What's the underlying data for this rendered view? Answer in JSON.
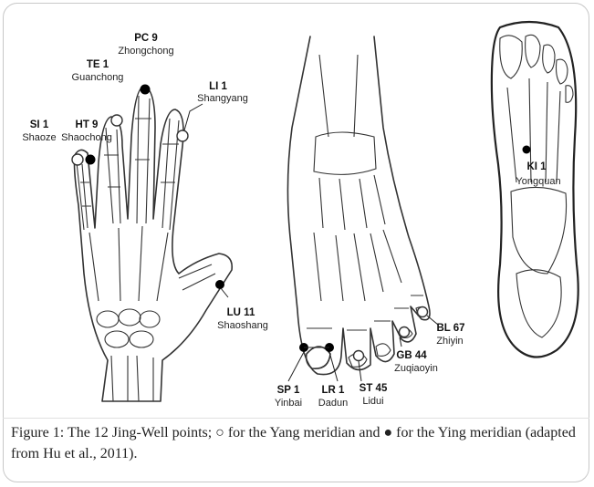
{
  "figure": {
    "hand_points": [
      {
        "code": "PC 9",
        "name": "Zhongchong",
        "type": "yin"
      },
      {
        "code": "TE 1",
        "name": "Guanchong",
        "type": "yang"
      },
      {
        "code": "LI 1",
        "name": "Shangyang",
        "type": "yang"
      },
      {
        "code": "SI 1",
        "name": "Shaoze",
        "type": "yang"
      },
      {
        "code": "HT 9",
        "name": "Shaochong",
        "type": "yin"
      },
      {
        "code": "LU 11",
        "name": "Shaoshang",
        "type": "yin"
      }
    ],
    "foot_points": [
      {
        "code": "BL 67",
        "name": "Zhiyin",
        "type": "yang"
      },
      {
        "code": "GB 44",
        "name": "Zuqiaoyin",
        "type": "yang"
      },
      {
        "code": "SP 1",
        "name": "Yinbai",
        "type": "yin"
      },
      {
        "code": "LR 1",
        "name": "Dadun",
        "type": "yin"
      },
      {
        "code": "ST 45",
        "name": "Lidui",
        "type": "yang"
      }
    ],
    "sole_points": [
      {
        "code": "KI 1",
        "name": "Yongquan",
        "type": "yin"
      }
    ]
  },
  "caption": {
    "text": "Figure 1: The 12 Jing-Well points; ○ for the Yang meridian and ● for the Ying meridian (adapted from Hu et al., 2011)."
  }
}
